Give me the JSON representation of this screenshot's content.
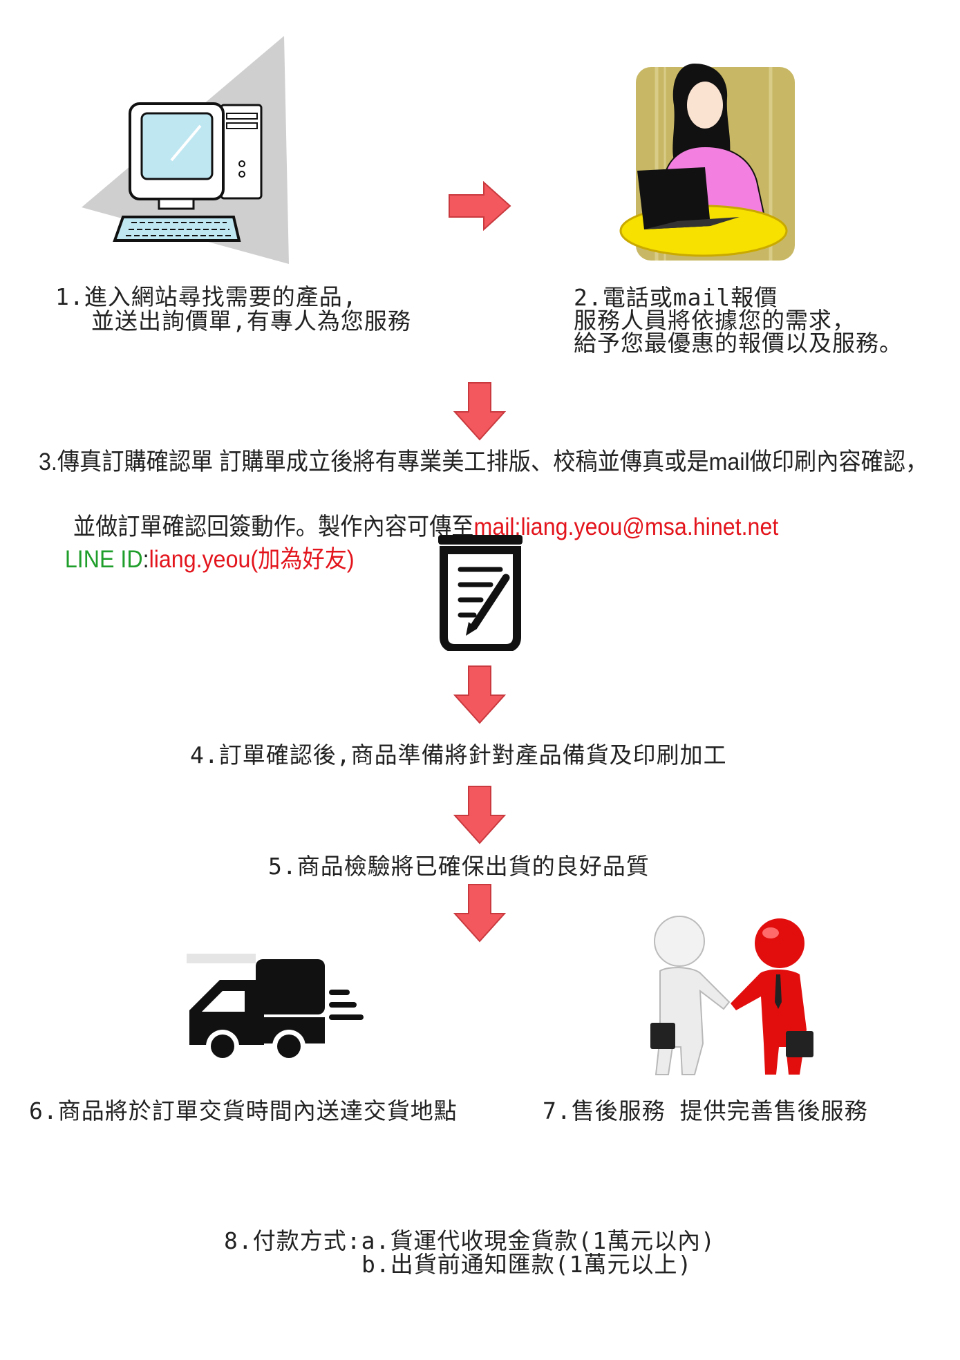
{
  "colors": {
    "arrow": "#f2585d",
    "red_text": "#e3141c",
    "green_text": "#1f9e2b"
  },
  "steps": {
    "s1": {
      "line1": "1.進入網站尋找需要的產品,",
      "line2": "並送出詢價單,有專人為您服務"
    },
    "s2": {
      "line1": "2.電話或mail報價",
      "line2": "服務人員將依據您的需求，",
      "line3": "給予您最優惠的報價以及服務。"
    },
    "s3": {
      "line1": "3.傳真訂購確認單 訂購單成立後將有專業美工排版、校稿並傳真或是mail做印刷內容確認，",
      "line2_black": "並做訂單確認回簽動作。製作內容可傳至",
      "line2_red": "mail:liang.yeou@msa.hinet.net",
      "line3_green": "LINE ID",
      "line3_black": ":",
      "line3_red": "liang.yeou(加為好友)"
    },
    "s4": {
      "line1": "4.訂單確認後,商品準備將針對產品備貨及印刷加工"
    },
    "s5": {
      "line1": "5.商品檢驗將已確保出貨的良好品質"
    },
    "s6": {
      "line1": "6.商品將於訂單交貨時間內送達交貨地點"
    },
    "s7": {
      "line1": "7.售後服務 提供完善售後服務"
    },
    "s8": {
      "line1": "8.付款方式:a.貨運代收現金貨款(1萬元以內)",
      "line2": "b.出貨前通知匯款(1萬元以上)"
    }
  },
  "icons": {
    "computer": "computer-icon",
    "service": "customer-service-icon",
    "document": "document-edit-icon",
    "truck": "delivery-truck-icon",
    "handshake": "handshake-icon",
    "arrow": "arrow-icon"
  }
}
